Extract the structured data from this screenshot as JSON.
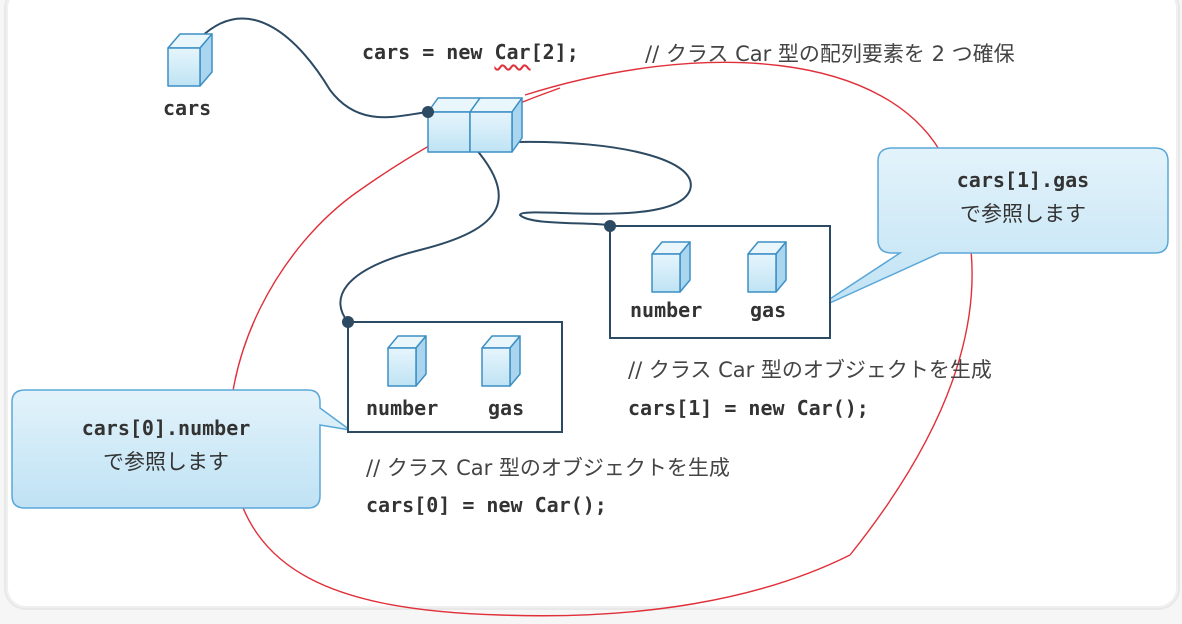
{
  "top": {
    "cars_label": "cars",
    "code_prefix": "cars = new ",
    "code_class": "Car",
    "code_suffix": "[2];",
    "comment": "// クラス Car 型の配列要素を 2 つ確保"
  },
  "object1": {
    "field_number": "number",
    "field_gas": "gas",
    "comment": "// クラス Car 型のオブジェクトを生成",
    "code": "cars[1] = new Car();"
  },
  "object0": {
    "field_number": "number",
    "field_gas": "gas",
    "comment": "// クラス Car 型のオブジェクトを生成",
    "code": "cars[0] = new Car();"
  },
  "callout_right": {
    "code": "cars[1].gas",
    "text": "で参照します"
  },
  "callout_left": {
    "code": "cars[0].number",
    "text": "で参照します"
  },
  "colors": {
    "cube_face": "#d6eef9",
    "cube_stroke": "#3d8fc4",
    "line": "#2d4a63",
    "callout": "#d4ecf8",
    "annotation_red": "#e0303a"
  }
}
